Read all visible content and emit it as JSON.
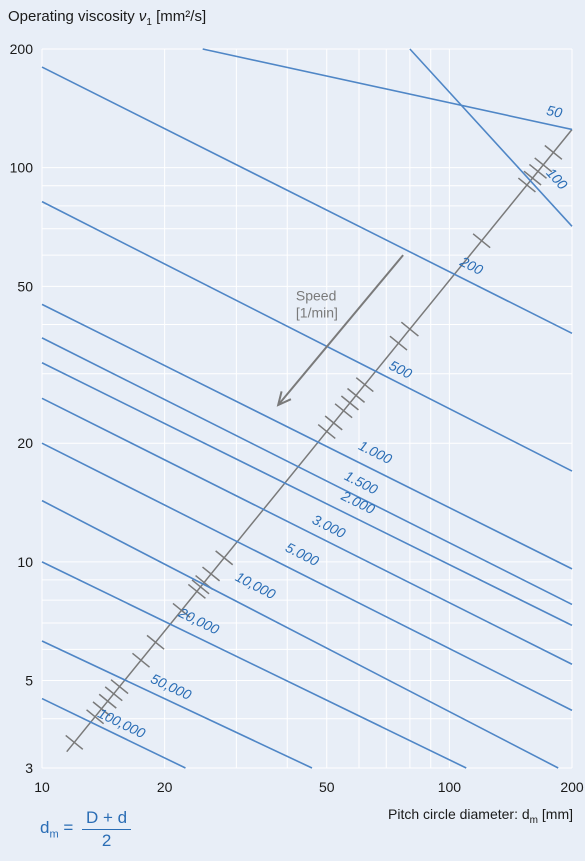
{
  "texts": {
    "ylabel_main": "Operating viscosity ",
    "ylabel_sym": "ν",
    "ylabel_sub": "1",
    "ylabel_unit": " [mm²/s]",
    "xlabel_main": "Pitch circle diameter: d",
    "xlabel_sub": "m",
    "xlabel_unit": " [mm]",
    "formula_lhs_main": "d",
    "formula_lhs_sub": "m",
    "formula_eq": " =",
    "formula_num": "D + d",
    "formula_den": "2",
    "arrow_label_1": "Speed",
    "arrow_label_2": "[1/min]"
  },
  "colors": {
    "background": "#e8eef7",
    "grid": "#ffffff",
    "line": "#4f86c6",
    "speed_label": "#2a6db5",
    "ref_line": "#7a7a7a",
    "text": "#1a1a1a"
  },
  "chart_data": {
    "type": "line",
    "xscale": "log",
    "yscale": "log",
    "xlim": [
      10,
      200
    ],
    "ylim": [
      3,
      200
    ],
    "xticks": [
      10,
      20,
      50,
      100,
      200
    ],
    "yticks": [
      3,
      5,
      10,
      20,
      50,
      100,
      200
    ],
    "xgrid": [
      10,
      20,
      30,
      40,
      50,
      60,
      70,
      80,
      90,
      100,
      200
    ],
    "ygrid": [
      3,
      4,
      5,
      6,
      7,
      8,
      9,
      10,
      20,
      30,
      40,
      50,
      60,
      70,
      80,
      90,
      100,
      200
    ],
    "series": [
      {
        "name": "50",
        "points": [
          [
            24.8,
            200
          ],
          [
            200,
            125
          ]
        ]
      },
      {
        "name": "100",
        "points": [
          [
            80,
            200
          ],
          [
            200,
            71
          ]
        ]
      },
      {
        "name": "200",
        "points": [
          [
            10,
            180
          ],
          [
            200,
            38
          ]
        ]
      },
      {
        "name": "500",
        "points": [
          [
            10,
            82
          ],
          [
            200,
            17
          ]
        ]
      },
      {
        "name": "1.000",
        "points": [
          [
            10,
            45
          ],
          [
            200,
            9.6
          ]
        ]
      },
      {
        "name": "1.500",
        "points": [
          [
            10,
            37
          ],
          [
            200,
            7.8
          ]
        ]
      },
      {
        "name": "2.000",
        "points": [
          [
            10,
            32
          ],
          [
            200,
            6.9
          ]
        ]
      },
      {
        "name": "3.000",
        "points": [
          [
            10,
            26
          ],
          [
            200,
            5.5
          ]
        ]
      },
      {
        "name": "5.000",
        "points": [
          [
            10,
            20
          ],
          [
            200,
            4.2
          ]
        ]
      },
      {
        "name": "10,000",
        "points": [
          [
            10,
            14.3
          ],
          [
            185,
            3
          ]
        ]
      },
      {
        "name": "20,000",
        "points": [
          [
            10,
            10
          ],
          [
            110,
            3
          ]
        ]
      },
      {
        "name": "50,000",
        "points": [
          [
            10,
            6.3
          ],
          [
            46,
            3
          ]
        ]
      },
      {
        "name": "100,000",
        "points": [
          [
            10,
            4.5
          ],
          [
            22.5,
            3
          ]
        ]
      }
    ],
    "label_positions": [
      {
        "name": "50",
        "x": 180,
        "y": 135
      },
      {
        "name": "100",
        "x": 180,
        "y": 92
      },
      {
        "name": "200",
        "x": 112,
        "y": 55
      },
      {
        "name": "500",
        "x": 75,
        "y": 30
      },
      {
        "name": "1.000",
        "x": 65,
        "y": 18.5
      },
      {
        "name": "1.500",
        "x": 60,
        "y": 15.5
      },
      {
        "name": "2.000",
        "x": 59,
        "y": 13.8
      },
      {
        "name": "3.000",
        "x": 50,
        "y": 12
      },
      {
        "name": "5.000",
        "x": 43,
        "y": 10.2
      },
      {
        "name": "10,000",
        "x": 33,
        "y": 8.5
      },
      {
        "name": "20,000",
        "x": 24,
        "y": 6.9
      },
      {
        "name": "50,000",
        "x": 20.5,
        "y": 4.7
      },
      {
        "name": "100,000",
        "x": 15.5,
        "y": 3.8
      }
    ],
    "reference_line": {
      "from": [
        11.5,
        3.3
      ],
      "to": [
        200,
        125
      ]
    },
    "reference_ticks_x": [
      12,
      13.5,
      14,
      14.5,
      15,
      15.5,
      17.5,
      19,
      22,
      24,
      24.5,
      25,
      26,
      28,
      50,
      52,
      55,
      57,
      59,
      62,
      75,
      80,
      120,
      155,
      160,
      165,
      170,
      180
    ],
    "arrow": {
      "from": [
        77,
        60
      ],
      "to": [
        38,
        25
      ]
    },
    "arrow_label_pos": [
      42,
      46
    ]
  }
}
